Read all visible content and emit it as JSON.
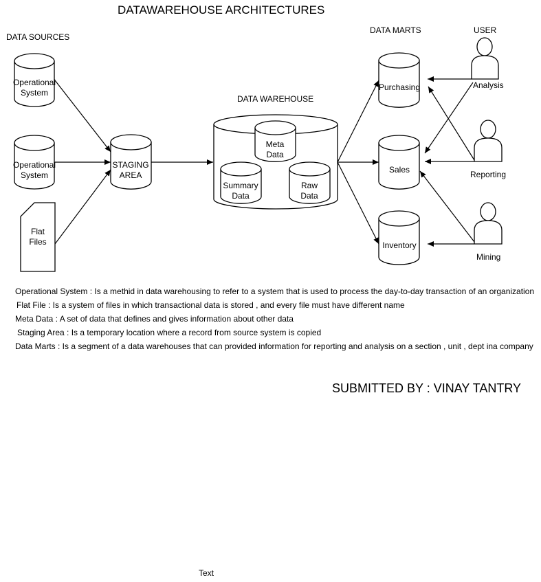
{
  "title": "DATAWAREHOUSE ARCHITECTURES",
  "headers": {
    "data_sources": "DATA SOURCES",
    "data_warehouse": "DATA WAREHOUSE",
    "data_marts": "DATA MARTS",
    "user": "USER"
  },
  "sources": {
    "operational_1": [
      "Operational",
      "System"
    ],
    "operational_2": [
      "Operational",
      "System"
    ],
    "flat_files": [
      "Flat",
      "Files"
    ]
  },
  "staging": [
    "STAGING",
    "AREA"
  ],
  "warehouse": {
    "meta": [
      "Meta",
      "Data"
    ],
    "summary": [
      "Summary",
      "Data"
    ],
    "raw": [
      "Raw",
      "Data"
    ]
  },
  "marts": {
    "purchasing": "Purchasing",
    "sales": "Sales",
    "inventory": "Inventory"
  },
  "users": {
    "analysis": "Analysis",
    "reporting": "Reporting",
    "mining": "Mining"
  },
  "definitions": [
    "Operational System : Is a methid in data warehousing to refer to a system that is used to process the day-to-day transaction of an organization",
    "Flat File : Is a system of files in which transactional data is stored , and every file must have different name",
    "Meta Data : A set of data that defines and gives information about other data",
    "Staging Area : Is a temporary location where a record from source system is copied",
    "Data Marts : Is a segment of a data warehouses that can provided information for reporting and analysis on a section , unit ,  dept ina company"
  ],
  "submitted_by": "SUBMITTED BY : VINAY TANTRY",
  "footer_text": "Text"
}
